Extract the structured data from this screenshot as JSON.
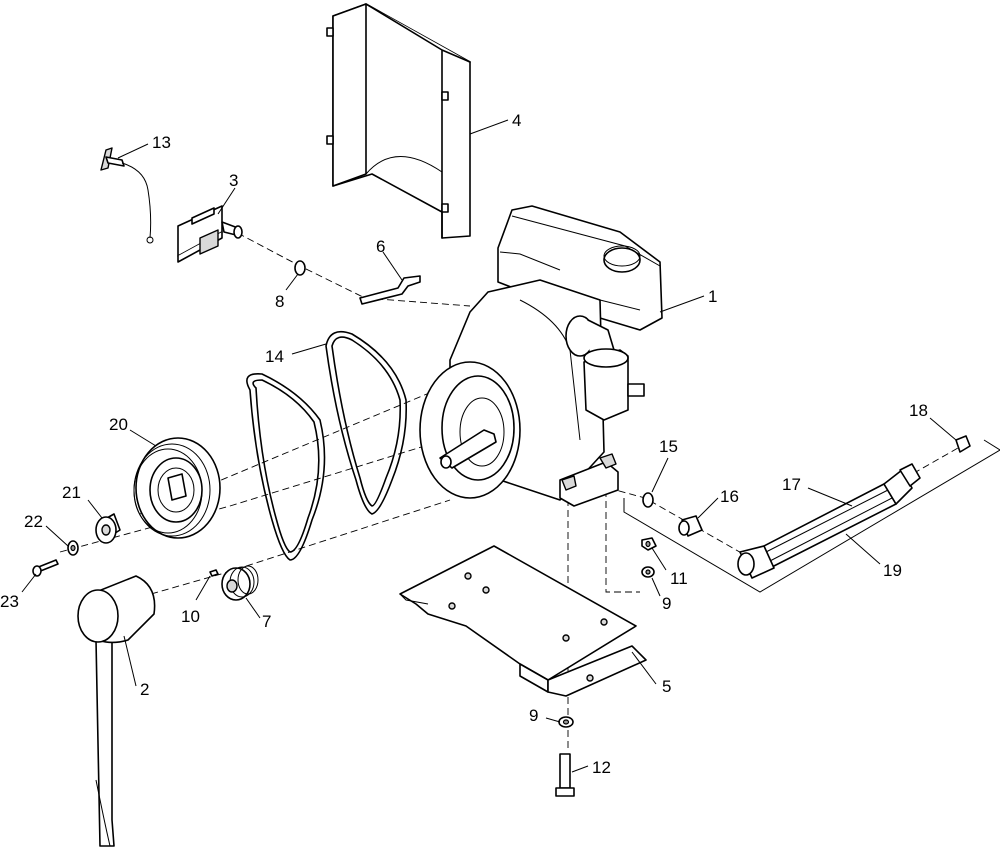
{
  "callouts": {
    "c1": "1",
    "c2": "2",
    "c3": "3",
    "c4": "4",
    "c5": "5",
    "c6": "6",
    "c7": "7",
    "c8": "8",
    "c9a": "9",
    "c9b": "9",
    "c10": "10",
    "c11": "11",
    "c12": "12",
    "c13": "13",
    "c14": "14",
    "c15": "15",
    "c16": "16",
    "c17": "17",
    "c18": "18",
    "c19": "19",
    "c20": "20",
    "c21": "21",
    "c22": "22",
    "c23": "23"
  },
  "colors": {
    "line": "#000000",
    "background": "#ffffff",
    "shade": "#d9d9d9",
    "dark": "#9a9a9a"
  }
}
